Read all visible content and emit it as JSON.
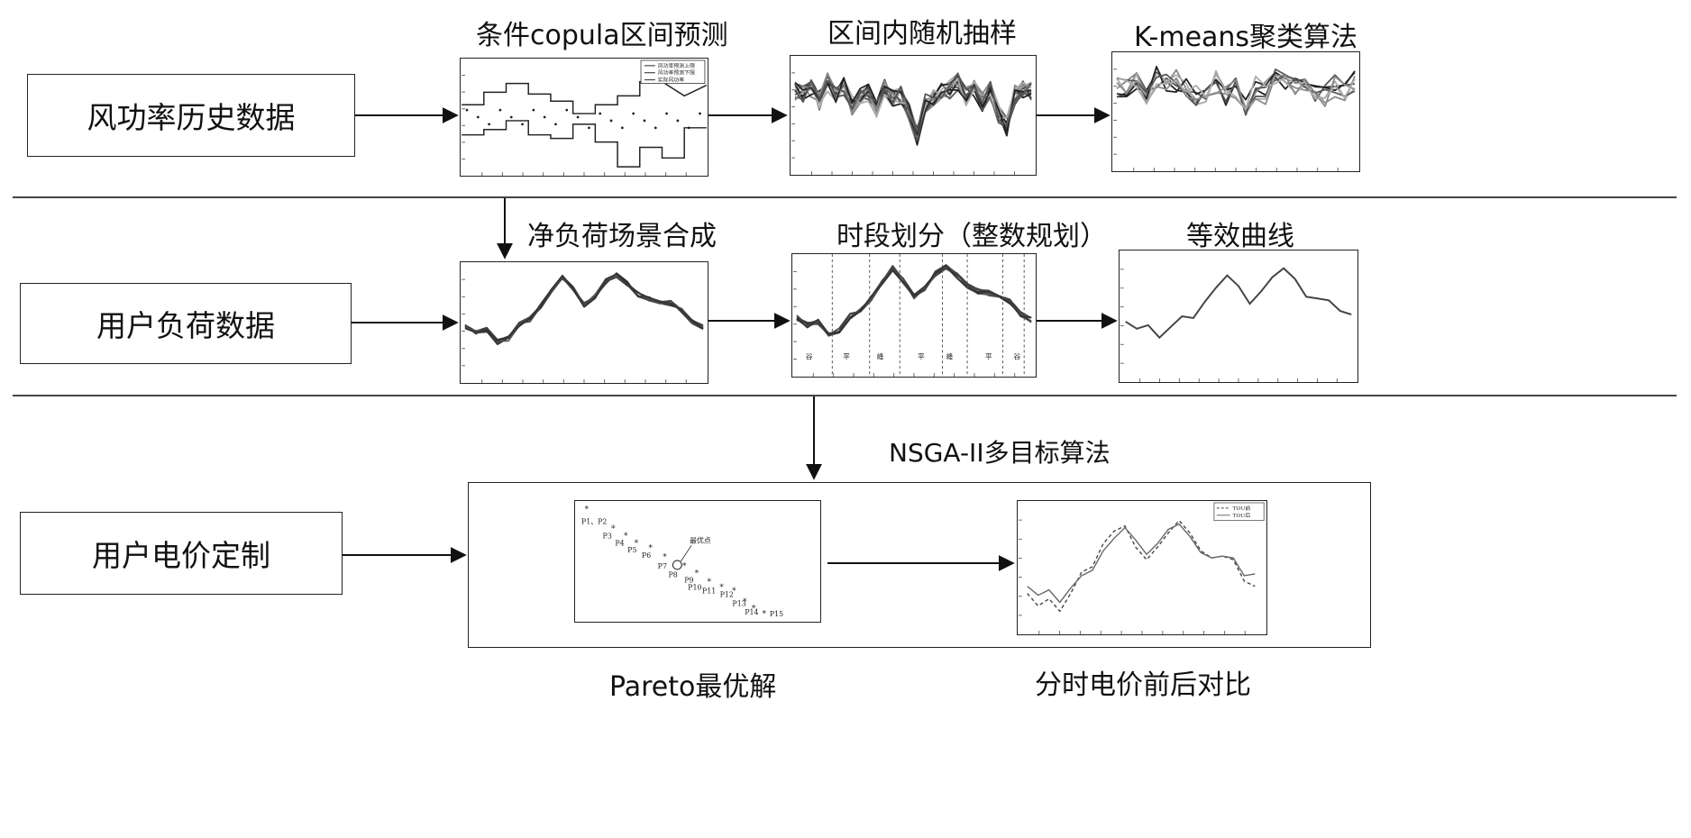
{
  "left_boxes": {
    "wind": "风功率历史数据",
    "load": "用户负荷数据",
    "price": "用户电价定制"
  },
  "titles": {
    "copula": "条件copula区间预测",
    "sampling": "区间内随机抽样",
    "kmeans": "K-means聚类算法",
    "net_load": "净负荷场景合成",
    "period": "时段划分（整数规划）",
    "equiv": "等效曲线",
    "nsga": "NSGA-II多目标算法",
    "pareto": "Pareto最优解",
    "compare": "分时电价前后对比"
  },
  "copula_legend": [
    "风功率预测上限",
    "风功率预测下限",
    "实际风功率"
  ],
  "period_labels": [
    "谷",
    "平",
    "峰",
    "平",
    "峰",
    "平",
    "谷"
  ],
  "pareto": {
    "points": [
      "P1、P2",
      "P3",
      "P4",
      "P5",
      "P6",
      "P7",
      "P8",
      "P9",
      "P10",
      "P11",
      "P12",
      "P13",
      "P14",
      "P15"
    ],
    "optimal_label": "最优点"
  },
  "compare_legend": [
    "TOU前",
    "TOU后"
  ],
  "colors": {
    "line": "#222222",
    "arrow": "#111111",
    "grey_series": "#888888"
  }
}
